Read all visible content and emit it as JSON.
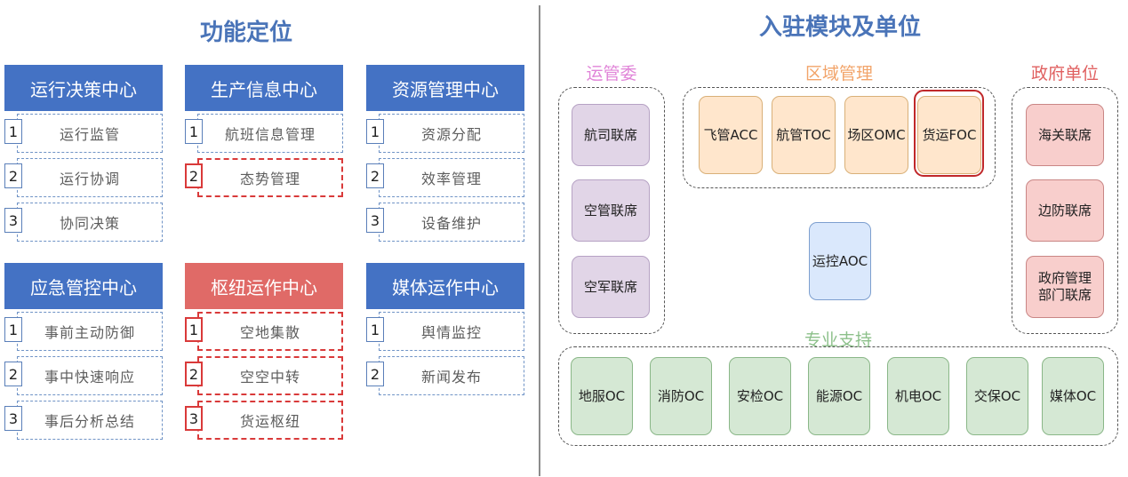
{
  "left": {
    "title": "功能定位",
    "centers": [
      {
        "title": "运行决策中心",
        "color": "blue",
        "items": [
          {
            "n": "1",
            "label": "运行监管",
            "style": "blue"
          },
          {
            "n": "2",
            "label": "运行协调",
            "style": "blue"
          },
          {
            "n": "3",
            "label": "协同决策",
            "style": "blue"
          }
        ]
      },
      {
        "title": "生产信息中心",
        "color": "blue",
        "items": [
          {
            "n": "1",
            "label": "航班信息管理",
            "style": "blue"
          },
          {
            "n": "2",
            "label": "态势管理",
            "style": "red"
          }
        ]
      },
      {
        "title": "资源管理中心",
        "color": "blue",
        "items": [
          {
            "n": "1",
            "label": "资源分配",
            "style": "blue"
          },
          {
            "n": "2",
            "label": "效率管理",
            "style": "blue"
          },
          {
            "n": "3",
            "label": "设备维护",
            "style": "blue"
          }
        ]
      },
      {
        "title": "应急管控中心",
        "color": "blue",
        "items": [
          {
            "n": "1",
            "label": "事前主动防御",
            "style": "blue"
          },
          {
            "n": "2",
            "label": "事中快速响应",
            "style": "blue"
          },
          {
            "n": "3",
            "label": "事后分析总结",
            "style": "blue"
          }
        ]
      },
      {
        "title": "枢纽运作中心",
        "color": "red",
        "items": [
          {
            "n": "1",
            "label": "空地集散",
            "style": "red"
          },
          {
            "n": "2",
            "label": "空空中转",
            "style": "red"
          },
          {
            "n": "3",
            "label": "货运枢纽",
            "style": "red"
          }
        ]
      },
      {
        "title": "媒体运作中心",
        "color": "blue",
        "items": [
          {
            "n": "1",
            "label": "舆情监控",
            "style": "blue"
          },
          {
            "n": "2",
            "label": "新闻发布",
            "style": "blue"
          }
        ]
      }
    ]
  },
  "right": {
    "title": "入驻模块及单位",
    "groups": {
      "yunguanwei": {
        "label": "运管委",
        "label_color": "#e084d8",
        "units": [
          "航司联席",
          "空管联席",
          "空军联席"
        ]
      },
      "quyu": {
        "label": "区域管理",
        "label_color": "#f2a46a",
        "units": [
          "飞管ACC",
          "航管TOC",
          "场区OMC",
          "货运FOC"
        ],
        "highlighted": "货运FOC"
      },
      "zhengfu": {
        "label": "政府单位",
        "label_color": "#e06060",
        "units": [
          "海关联席",
          "边防联席",
          "政府管理部门联席"
        ]
      },
      "zhuanye": {
        "label": "专业支持",
        "label_color": "#8cc08a",
        "units": [
          "地服OC",
          "消防OC",
          "安检OC",
          "能源OC",
          "机电OC",
          "交保OC",
          "媒体OC"
        ]
      }
    },
    "center_unit": "运控AOC"
  },
  "colors": {
    "header_blue": "#4472c4",
    "header_red": "#e06a67",
    "title_blue": "#4a74b8",
    "highlight_red": "#c0282a"
  }
}
